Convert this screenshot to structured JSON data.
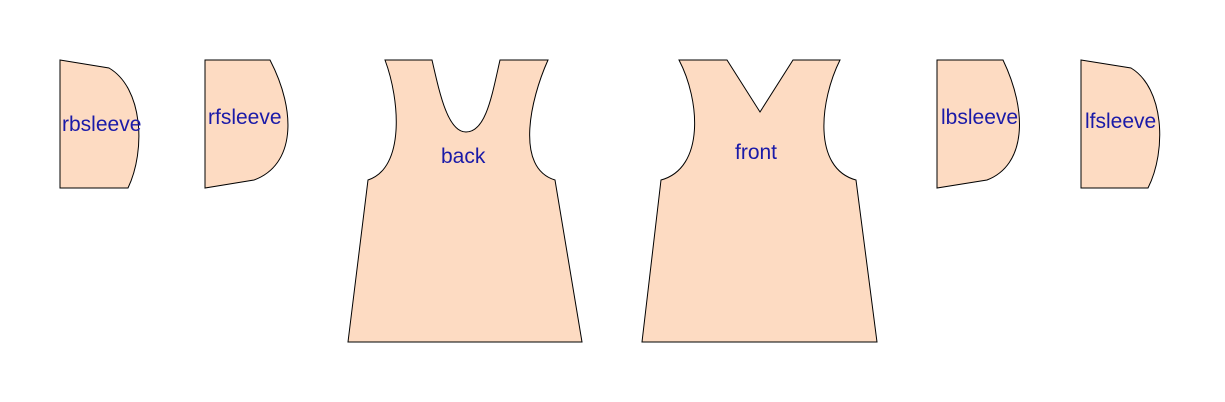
{
  "colors": {
    "background": "#ffffff",
    "piece_fill": "#fddbc2",
    "piece_stroke": "#000000",
    "label": "#1a1aa8"
  },
  "pieces": {
    "rbsleeve": {
      "label": "rbsleeve"
    },
    "rfsleeve": {
      "label": "rfsleeve"
    },
    "back": {
      "label": "back"
    },
    "front": {
      "label": "front"
    },
    "lbsleeve": {
      "label": "lbsleeve"
    },
    "lfsleeve": {
      "label": "lfsleeve"
    }
  }
}
